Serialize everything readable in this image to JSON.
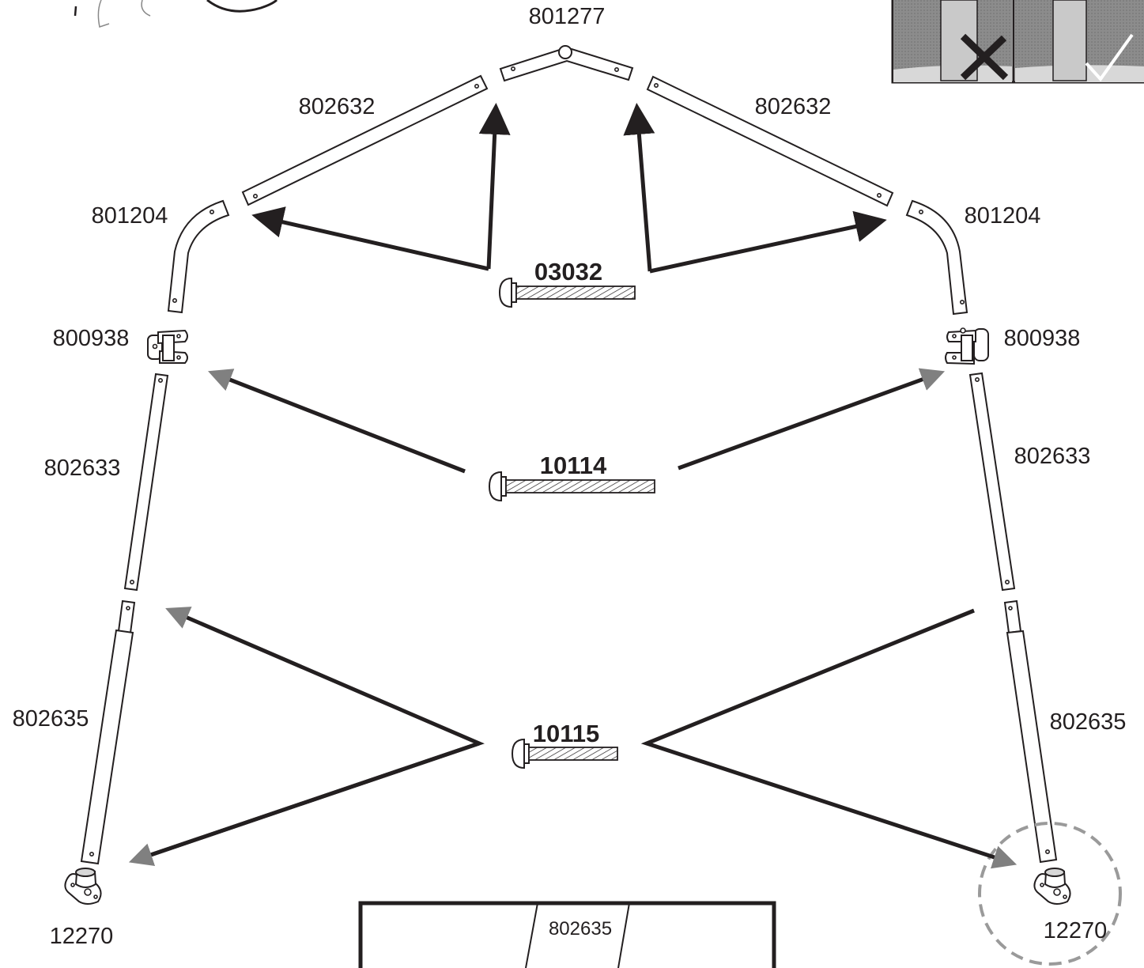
{
  "labels": {
    "top_hub": "801277",
    "upper_rail_left": "802632",
    "upper_rail_right": "802632",
    "elbow_left": "801204",
    "elbow_right": "801204",
    "hinge_left": "800938",
    "hinge_right": "800938",
    "mid_leg_left": "802633",
    "mid_leg_right": "802633",
    "lower_leg_left": "802635",
    "lower_leg_right": "802635",
    "foot_left": "12270",
    "foot_right": "12270",
    "inset_part": "802635"
  },
  "bolts": [
    {
      "code": "03032"
    },
    {
      "code": "10114"
    },
    {
      "code": "10115"
    }
  ],
  "colors": {
    "ink": "#231f20",
    "grey_arrow_head": "#808080",
    "callout_circle": "#9a9a9a",
    "inset_photo": "#8c8c8c"
  },
  "icons": {
    "wrong": "cross-icon",
    "correct": "check-icon"
  }
}
